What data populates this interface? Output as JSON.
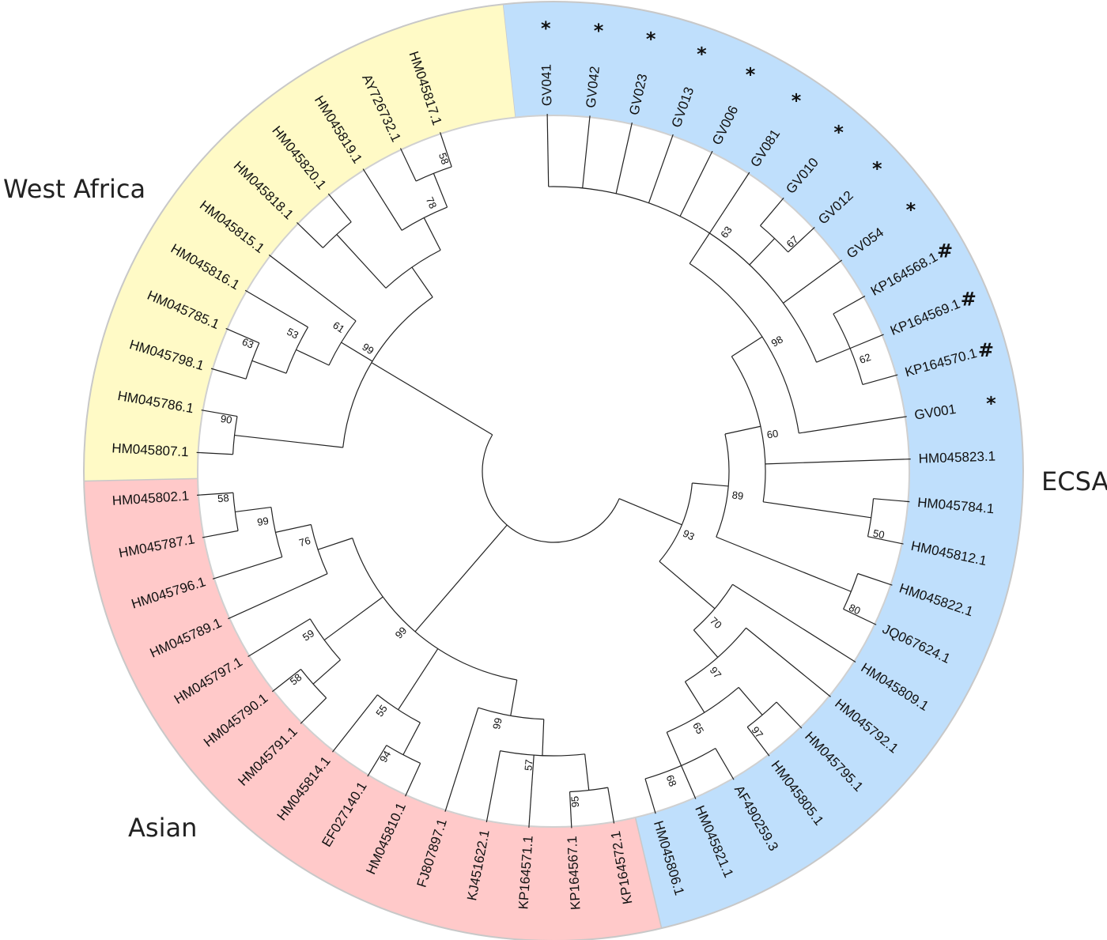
{
  "regions": [
    {
      "name": "ECSA",
      "color": "#bfdffc"
    },
    {
      "name": "Asian",
      "color": "#ffc9c9"
    },
    {
      "name": "West Africa",
      "color": "#fffac6"
    }
  ],
  "leaves": [
    {
      "id": "GV041",
      "mark": "*"
    },
    {
      "id": "GV042",
      "mark": "*"
    },
    {
      "id": "GV023",
      "mark": "*"
    },
    {
      "id": "GV013",
      "mark": "*"
    },
    {
      "id": "GV006",
      "mark": "*"
    },
    {
      "id": "GV081",
      "mark": "*"
    },
    {
      "id": "GV010",
      "mark": "*"
    },
    {
      "id": "GV012",
      "mark": "*"
    },
    {
      "id": "GV054",
      "mark": "*"
    },
    {
      "id": "KP164568.1",
      "mark": "#"
    },
    {
      "id": "KP164569.1",
      "mark": "#"
    },
    {
      "id": "KP164570.1",
      "mark": "#"
    },
    {
      "id": "GV001",
      "mark": "*"
    },
    {
      "id": "HM045823.1"
    },
    {
      "id": "HM045784.1"
    },
    {
      "id": "HM045812.1"
    },
    {
      "id": "HM045822.1"
    },
    {
      "id": "JQ067624.1"
    },
    {
      "id": "HM045809.1"
    },
    {
      "id": "HM045792.1"
    },
    {
      "id": "HM045795.1"
    },
    {
      "id": "HM045805.1"
    },
    {
      "id": "AF490259.3"
    },
    {
      "id": "HM045821.1"
    },
    {
      "id": "HM045806.1"
    },
    {
      "id": "KP164572.1"
    },
    {
      "id": "KP164567.1"
    },
    {
      "id": "KP164571.1"
    },
    {
      "id": "KJ451622.1"
    },
    {
      "id": "FJ807897.1"
    },
    {
      "id": "HM045810.1"
    },
    {
      "id": "EF027140.1"
    },
    {
      "id": "HM045814.1"
    },
    {
      "id": "HM045791.1"
    },
    {
      "id": "HM045790.1"
    },
    {
      "id": "HM045797.1"
    },
    {
      "id": "HM045789.1"
    },
    {
      "id": "HM045796.1"
    },
    {
      "id": "HM045787.1"
    },
    {
      "id": "HM045802.1"
    },
    {
      "id": "HM045807.1"
    },
    {
      "id": "HM045786.1"
    },
    {
      "id": "HM045798.1"
    },
    {
      "id": "HM045785.1"
    },
    {
      "id": "HM045816.1"
    },
    {
      "id": "HM045815.1"
    },
    {
      "id": "HM045818.1"
    },
    {
      "id": "HM045820.1"
    },
    {
      "id": "HM045819.1"
    },
    {
      "id": "AY726732.1"
    },
    {
      "id": "HM045817.1"
    }
  ],
  "tree": {
    "c": [
      {
        "b": "93",
        "c": [
          {
            "b": "89",
            "c": [
              {
                "b": "60",
                "c": [
                  {
                    "b": "98",
                    "c": [
                      {
                        "b": "63",
                        "c": [
                          0,
                          1,
                          2,
                          3,
                          4,
                          5,
                          {
                            "b": "67",
                            "c": [
                              6,
                              7
                            ]
                          },
                          8,
                          {
                            "b": "62",
                            "c": [
                              9,
                              10,
                              11
                            ]
                          }
                        ]
                      },
                      12
                    ]
                  },
                  13,
                  {
                    "b": "50",
                    "c": [
                      14,
                      15
                    ]
                  }
                ]
              },
              {
                "b": "80",
                "c": [
                  16,
                  17
                ]
              }
            ]
          },
          {
            "b": "70",
            "c": [
              18,
              {
                "b": "97",
                "c": [
                  19,
                  {
                    "b": "65",
                    "c": [
                      {
                        "b": "97",
                        "c": [
                          20,
                          21
                        ]
                      },
                      {
                        "b": "68",
                        "c": [
                          22,
                          23,
                          24
                        ]
                      }
                    ]
                  }
                ]
              }
            ]
          }
        ]
      },
      {
        "b": "99",
        "c": [
          {
            "b": "99",
            "c": [
              {
                "b": "57",
                "c": [
                  {
                    "b": "95",
                    "c": [
                      25,
                      26
                    ]
                  },
                  27,
                  28
                ]
              },
              29
            ]
          },
          {
            "b": "55",
            "c": [
              {
                "b": "94",
                "c": [
                  30,
                  31
                ]
              },
              32
            ]
          },
          {
            "b": "59",
            "c": [
              {
                "b": "58",
                "c": [
                  33,
                  34
                ]
              },
              35
            ]
          },
          {
            "b": "76",
            "c": [
              36,
              {
                "b": "99",
                "c": [
                  37,
                  {
                    "b": "58",
                    "c": [
                      38,
                      39
                    ]
                  }
                ]
              }
            ]
          }
        ]
      },
      {
        "b": "99",
        "c": [
          {
            "b": "90",
            "c": [
              40,
              41
            ]
          },
          {
            "b": "61",
            "c": [
              {
                "b": "53",
                "c": [
                  {
                    "b": "63",
                    "c": [
                      42,
                      43
                    ]
                  },
                  44
                ]
              },
              45
            ]
          },
          {
            "c": [
              {
                "c": [
                  46,
                  47
                ]
              },
              {
                "b": "78",
                "c": [
                  48,
                  {
                    "b": "58",
                    "c": [
                      49,
                      50
                    ]
                  }
                ]
              }
            ]
          }
        ]
      }
    ]
  }
}
